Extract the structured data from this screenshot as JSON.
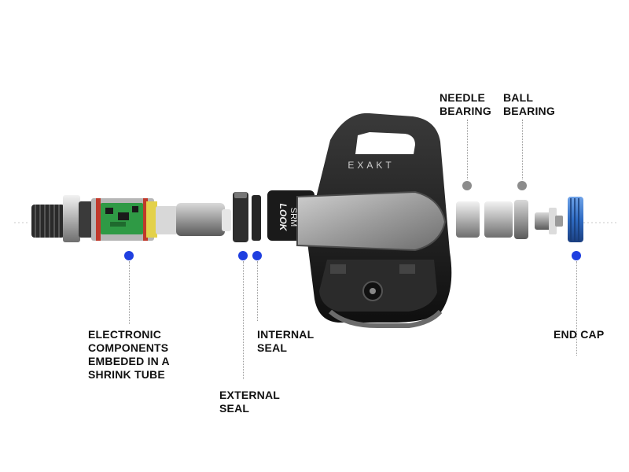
{
  "callouts": {
    "electronic": {
      "lines": [
        "ELECTRONIC",
        "COMPONENTS",
        "EMBEDED IN A",
        "SHRINK TUBE"
      ]
    },
    "external_seal": {
      "lines": [
        "EXTERNAL",
        "SEAL"
      ]
    },
    "internal_seal": {
      "lines": [
        "INTERNAL",
        "SEAL"
      ]
    },
    "needle_bearing": {
      "lines": [
        "NEEDLE",
        "BEARING"
      ]
    },
    "ball_bearing": {
      "lines": [
        "BALL",
        "BEARING"
      ]
    },
    "end_cap": {
      "lines": [
        "END CAP"
      ]
    }
  },
  "product_marks": {
    "exakt": "EXAKT",
    "look": "LOOK",
    "srm": "SRM"
  },
  "colors": {
    "marker_blue": "#1f3fe0",
    "marker_grey": "#8c8c8c",
    "pcb_green": "#2f9a45",
    "end_cap_blue": "#2f6cc4",
    "body_black": "#1c1c1c"
  }
}
